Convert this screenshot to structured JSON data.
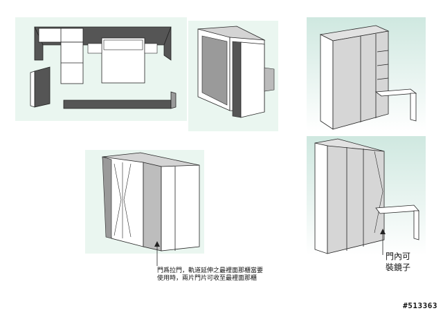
{
  "annotations": {
    "sliding_door_line1": "門爲拉門，軌道延伸之最裡面那櫃當要",
    "sliding_door_line2": "使用時，兩片門片可收至最裡面那櫃",
    "mirror_line1": "門內可",
    "mirror_line2": "裝鏡子"
  },
  "watermark": "#513363",
  "colors": {
    "panel_bg": "#eaf6f0",
    "shade_dark": "#555555",
    "shade_mid": "#9a9a9a",
    "shade_light": "#cfcfcf",
    "line": "#222222"
  }
}
